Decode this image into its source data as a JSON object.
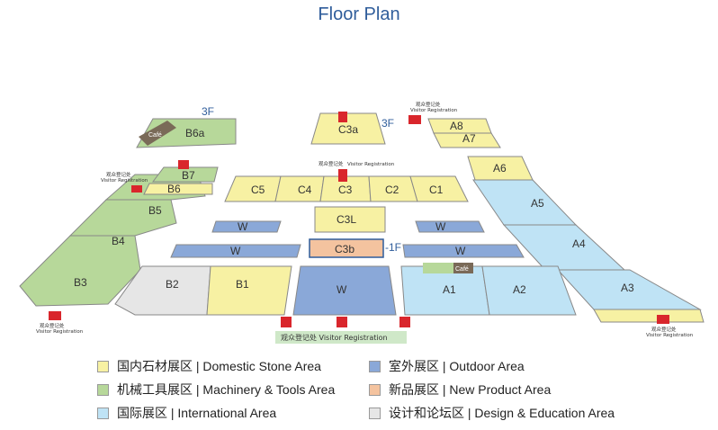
{
  "title": "Floor Plan",
  "colors": {
    "domestic": "#f7f1a3",
    "machinery": "#b7d89a",
    "international": "#bfe3f5",
    "outdoor": "#8aa8d8",
    "new_product": "#f4c39f",
    "design": "#e6e6e6",
    "cafe": "#7a6a58",
    "arrow": "#d9262c",
    "registration_band": "#cfe8c8"
  },
  "floor_labels": {
    "third_floor_left": "3F",
    "third_floor_right": "3F",
    "minus_one": "-1F"
  },
  "halls": {
    "a8": "A8",
    "a7": "A7",
    "a6": "A6",
    "a5": "A5",
    "a4": "A4",
    "a3": "A3",
    "a2": "A2",
    "a1": "A1",
    "b7": "B7",
    "b6a": "B6a",
    "b6": "B6",
    "b5": "B5",
    "b4": "B4",
    "b3": "B3",
    "b2": "B2",
    "b1": "B1",
    "c1": "C1",
    "c2": "C2",
    "c3": "C3",
    "c4": "C4",
    "c5": "C5",
    "c3a": "C3a",
    "c3l": "C3L",
    "c3b": "C3b",
    "outdoor_w": "W",
    "cafe": "Café"
  },
  "registration": {
    "cn": "观众登记处",
    "en": "Visitor Registration",
    "main": "观众登记处 Visitor Registration"
  },
  "legend": [
    {
      "label": "国内石材展区 | Domestic Stone Area",
      "color": "#f7f1a3"
    },
    {
      "label": "室外展区 | Outdoor Area",
      "color": "#8aa8d8"
    },
    {
      "label": "机械工具展区 | Machinery & Tools Area",
      "color": "#b7d89a"
    },
    {
      "label": "新品展区 | New Product Area",
      "color": "#f4c39f"
    },
    {
      "label": "国际展区 | International Area",
      "color": "#bfe3f5"
    },
    {
      "label": "设计和论坛区 | Design & Education Area",
      "color": "#e6e6e6"
    }
  ]
}
